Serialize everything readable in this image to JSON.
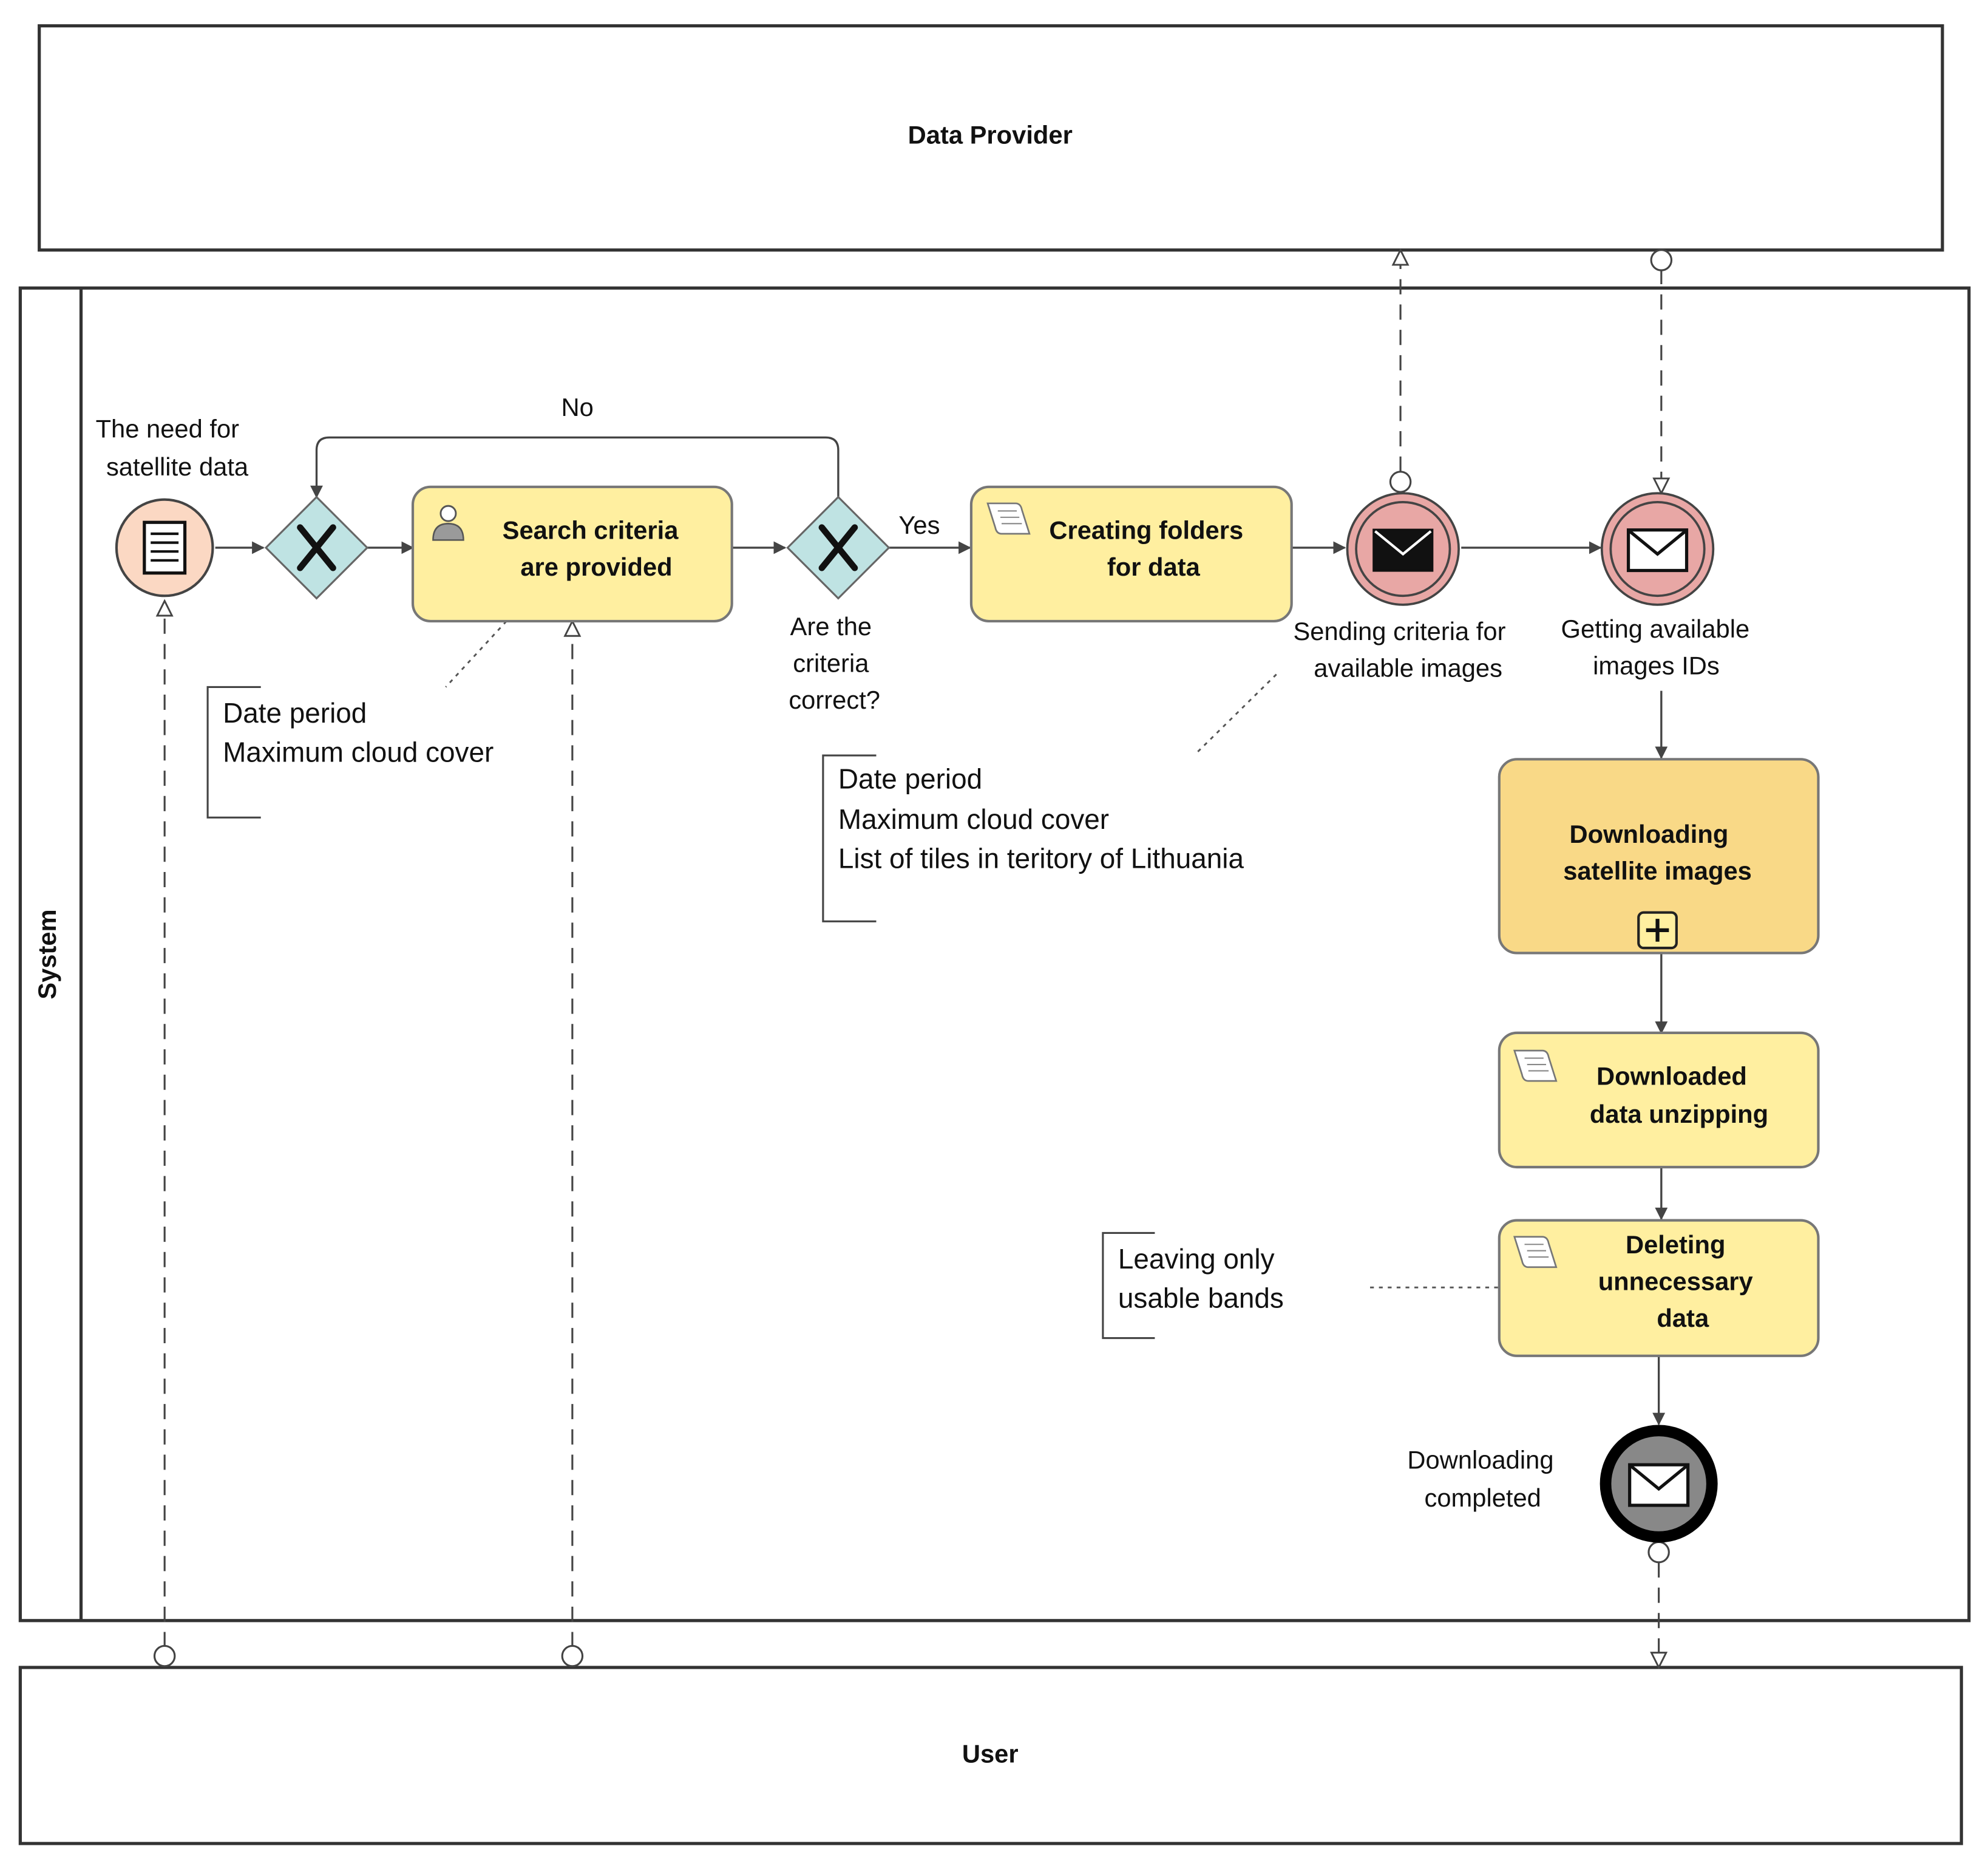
{
  "pools": {
    "data_provider": "Data Provider",
    "system": "System",
    "user": "User"
  },
  "events": {
    "start": [
      "The need for",
      "satellite data"
    ],
    "send_msg": [
      "Sending criteria for",
      "available images"
    ],
    "receive_msg": [
      "Getting available",
      "images IDs"
    ],
    "end": [
      "Downloading",
      "completed"
    ]
  },
  "tasks": {
    "search": [
      "Search criteria",
      "are provided"
    ],
    "folders": [
      "Creating folders",
      "for data"
    ],
    "download": [
      "Downloading",
      "satellite images"
    ],
    "unzip": [
      "Downloaded",
      "data unzipping"
    ],
    "delete": [
      "Deleting",
      "unnecessary",
      "data"
    ]
  },
  "gateway": {
    "question": [
      "Are the",
      "criteria",
      "correct?"
    ],
    "no": "No",
    "yes": "Yes"
  },
  "annotations": {
    "search": [
      "Date period",
      "Maximum cloud cover"
    ],
    "send": [
      "Date period",
      "Maximum cloud cover",
      "List of tiles in teritory of Lithuania"
    ],
    "delete": [
      "Leaving only",
      "usable bands"
    ]
  },
  "colors": {
    "task_fill": "#FFEFA0",
    "subprocess_fill": "#F9D987",
    "start_fill": "#FBD8C3",
    "message_event_fill": "#E8A7A5",
    "gateway_fill": "#BFE3E3",
    "stroke": "#555555"
  },
  "icons": {
    "start": "message-list-icon",
    "gateway": "exclusive-x-icon",
    "user_task": "user-icon",
    "script_task": "script-icon",
    "message": "envelope-icon",
    "subprocess": "plus-icon"
  }
}
